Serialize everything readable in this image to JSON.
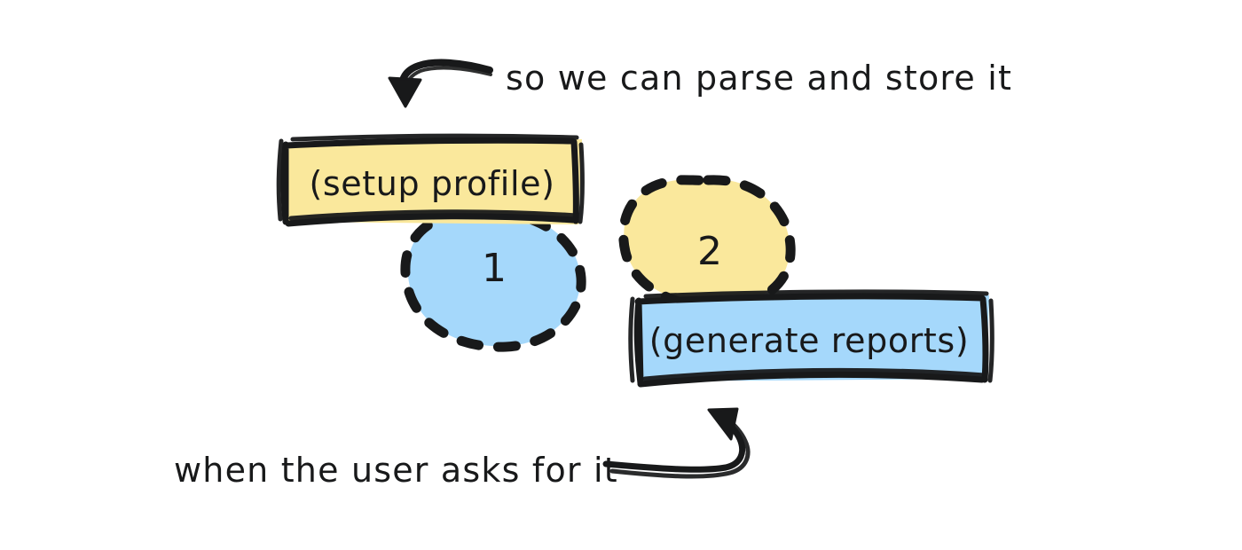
{
  "diagram": {
    "title": "hand-drawn two-step flow sketch",
    "background_color": "#ffffff",
    "ink_color": "#18191a",
    "palette": {
      "yellow_fill": "#fae89c",
      "blue_fill": "#a5d8fb",
      "stroke": "#18191a"
    },
    "nodes": [
      {
        "id": "setup-profile",
        "label": "(setup profile)",
        "shape": "rectangle",
        "fill": "#fae89c",
        "step": "1"
      },
      {
        "id": "generate-reports",
        "label": "(generate reports)",
        "shape": "rectangle",
        "fill": "#a5d8fb",
        "step": "2"
      }
    ],
    "badges": [
      {
        "id": "badge-1",
        "number": "1",
        "shape": "dashed-circle",
        "fill": "#a5d8fb"
      },
      {
        "id": "badge-2",
        "number": "2",
        "shape": "dashed-circle",
        "fill": "#fae89c"
      }
    ],
    "annotations": [
      {
        "id": "annotation-top",
        "text": "so we can parse and store it",
        "arrow": "curved-arrow-pointing-down-left",
        "targets": "setup-profile"
      },
      {
        "id": "annotation-bottom",
        "text": "when the user asks for it",
        "arrow": "curved-arrow-pointing-up-right",
        "targets": "generate-reports"
      }
    ]
  }
}
